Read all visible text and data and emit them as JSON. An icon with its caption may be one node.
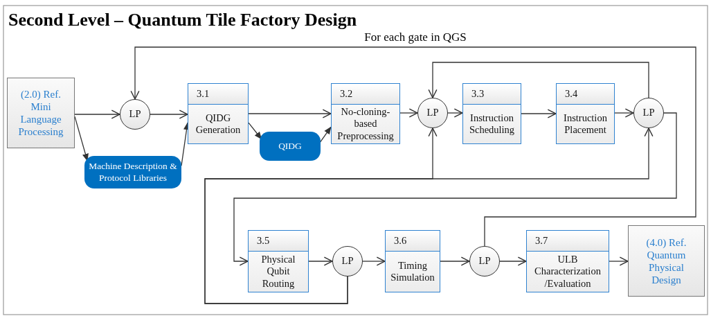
{
  "diagram": {
    "title": "Second Level – Quantum Tile Factory Design",
    "nodes": [
      {
        "text": [
          "(2.0) Ref. Mini Language Processing"
        ]
      },
      {
        "text": [
          "LP"
        ]
      },
      {
        "text": [
          "3.1",
          "QIDG Generation"
        ]
      },
      {
        "text": [
          "Machine Description & Protocol Libraries"
        ]
      },
      {
        "text": [
          "QIDG"
        ]
      },
      {
        "text": [
          "3.2",
          "No-cloning-based Preprocessing"
        ]
      },
      {
        "text": [
          "LP"
        ]
      },
      {
        "text": [
          "3.3",
          "Instruction Scheduling"
        ]
      },
      {
        "text": [
          "3.4",
          "Instruction Placement"
        ]
      },
      {
        "text": [
          "LP"
        ]
      },
      {
        "text": [
          "3.5",
          "Physical Qubit Routing"
        ]
      },
      {
        "text": [
          "LP"
        ]
      },
      {
        "text": [
          "3.6",
          "Timing Simulation"
        ]
      },
      {
        "text": [
          "LP"
        ]
      },
      {
        "text": [
          "3.7",
          "ULB Characterization /Evaluation"
        ]
      },
      {
        "text": [
          "(4.0) Ref. Quantum Physical Design"
        ]
      }
    ],
    "edges": [
      {
        "from": 0,
        "to": 1,
        "arrow": "to"
      },
      {
        "from": 0,
        "to": 3,
        "arrow": "to"
      },
      {
        "from": 3,
        "to": 2,
        "arrow": "to"
      },
      {
        "from": 1,
        "to": 2,
        "arrow": "to"
      },
      {
        "from": 2,
        "to": 5,
        "arrow": "to"
      },
      {
        "from": 2,
        "to": 4,
        "arrow": "to"
      },
      {
        "from": 4,
        "to": 5,
        "arrow": "to"
      },
      {
        "from": 5,
        "to": 6,
        "arrow": "to"
      },
      {
        "from": 6,
        "to": 7,
        "arrow": "to"
      },
      {
        "from": 7,
        "to": 8,
        "arrow": "to"
      },
      {
        "from": 8,
        "to": 9,
        "arrow": "to"
      },
      {
        "from": 9,
        "to": 6,
        "arrow": "to"
      },
      {
        "from": 13,
        "to": 1,
        "arrow": "to",
        "label": "For each gate in QGS"
      },
      {
        "from": 11,
        "to": 6,
        "arrow": "to"
      },
      {
        "from": 11,
        "to": 9,
        "arrow": "to"
      },
      {
        "from": 9,
        "to": 10,
        "arrow": "to"
      },
      {
        "from": 10,
        "to": 11,
        "arrow": "to"
      },
      {
        "from": 11,
        "to": 12,
        "arrow": "to"
      },
      {
        "from": 12,
        "to": 13,
        "arrow": "to"
      },
      {
        "from": 13,
        "to": 14,
        "arrow": "to"
      },
      {
        "from": 14,
        "to": 15,
        "arrow": "to"
      }
    ]
  }
}
